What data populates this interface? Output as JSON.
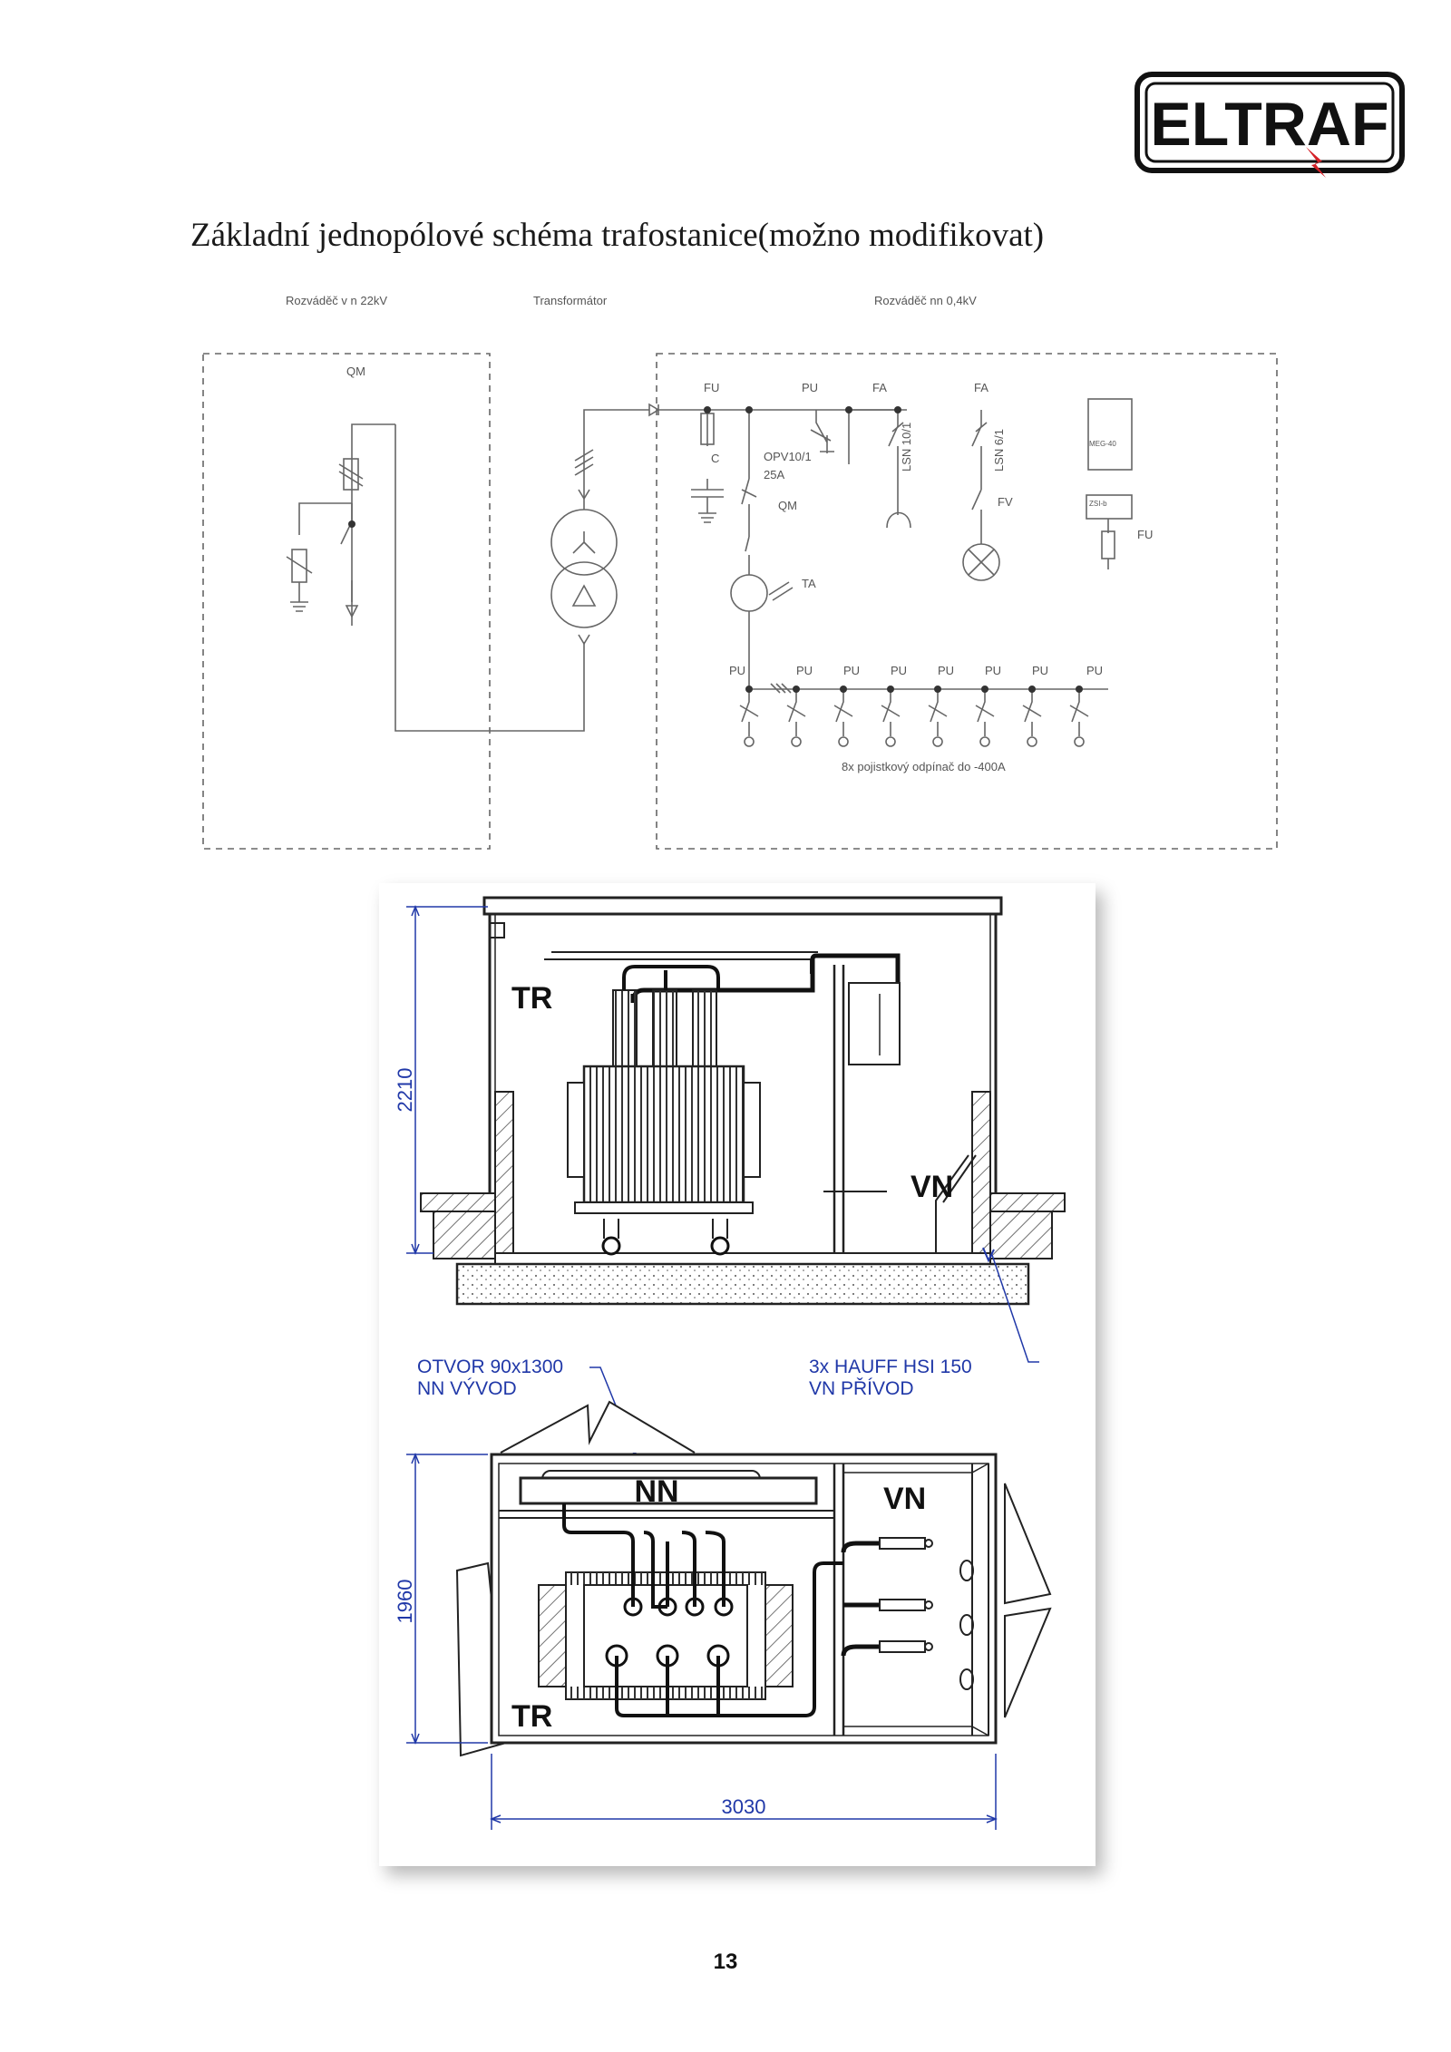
{
  "header": {
    "logo_text": "ELTRAF",
    "logo_color": "#111111",
    "logo_accent": "#d42027"
  },
  "title": "Základní jednopólové schéma trafostanice(možno modifikovat)",
  "schematic": {
    "section_vn": "Rozváděč v n 22kV",
    "section_tr": "Transformátor",
    "section_nn": "Rozváděč nn 0,4kV",
    "qm_left": "QM",
    "fu": "FU",
    "pu_top": "PU",
    "fa1": "FA",
    "fa2": "FA",
    "c": "C",
    "opv": "OPV10/1",
    "opv_a": "25A",
    "qm_mid": "QM",
    "lsn10": "LSN 10/1",
    "lsn6": "LSN 6/1",
    "fv": "FV",
    "ta": "TA",
    "meg": "MEG-40",
    "zsi": "ZSI-b",
    "fu_right": "FU",
    "pu_row": [
      "PU",
      "PU",
      "PU",
      "PU",
      "PU",
      "PU",
      "PU",
      "PU"
    ],
    "breakers_note": "8x pojistkový odpínač do -400A"
  },
  "drawing": {
    "side_view": {
      "dim_height": "2210",
      "label_tr": "TR",
      "label_vn": "VN"
    },
    "callout_left_1": "OTVOR 90x1300",
    "callout_left_2": "NN VÝVOD",
    "callout_right_1": "3x HAUFF HSI 150",
    "callout_right_2": "VN PŘÍVOD",
    "plan_view": {
      "dim_height": "1960",
      "dim_width": "3030",
      "label_nn": "NN",
      "label_vn": "VN",
      "label_tr": "TR"
    },
    "dim_color": "#2038a8"
  },
  "footer": {
    "page_number": "13"
  }
}
